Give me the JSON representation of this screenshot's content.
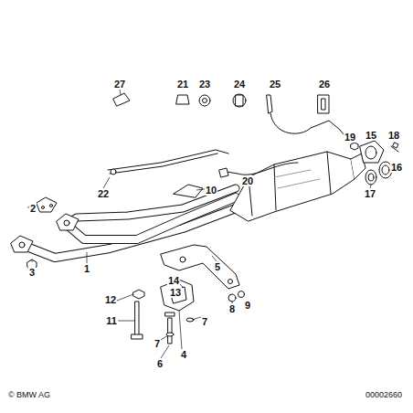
{
  "diagram": {
    "labels": [
      "27",
      "21",
      "23",
      "24",
      "25",
      "26",
      "2",
      "22",
      "10",
      "20",
      "19",
      "15",
      "18",
      "16",
      "17",
      "3",
      "1",
      "5",
      "14",
      "13",
      "12",
      "8",
      "9",
      "11",
      "7",
      "7",
      "6",
      "4",
      "© BMW AG",
      "00002660"
    ]
  }
}
